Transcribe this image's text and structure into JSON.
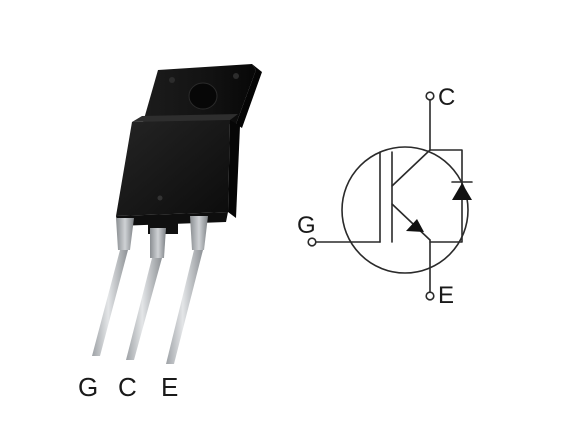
{
  "package_pins": [
    "G",
    "C",
    "E"
  ],
  "symbol": {
    "collector": "C",
    "gate": "G",
    "emitter": "E"
  },
  "colors": {
    "package_body": "#161616",
    "lead_metal": "#c9cccf",
    "symbol_line": "#2a2a2a",
    "background": "#ffffff"
  }
}
